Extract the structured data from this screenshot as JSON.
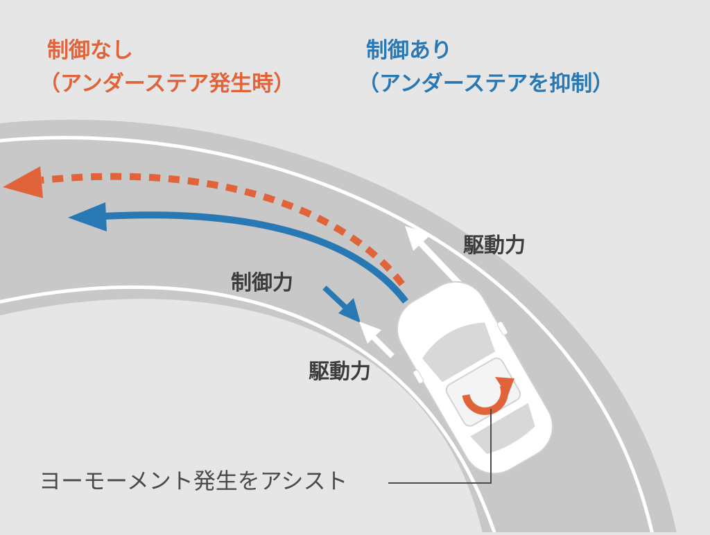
{
  "labels": {
    "no_control_title": "制御なし",
    "no_control_sub": "（アンダーステア発生時）",
    "control_title": "制御あり",
    "control_sub": "（アンダーステアを抑制）",
    "drive_force_right": "駆動力",
    "control_force": "制御力",
    "drive_force_left": "駆動力",
    "yaw_assist": "ヨーモーメント発生をアシスト"
  },
  "colors": {
    "background": "#e6e6e6",
    "road": "#c8c8c8",
    "lane_line": "#ffffff",
    "no_control": "#e0633a",
    "with_control": "#2878b4",
    "text": "#3c3c3c"
  },
  "icons": {
    "vehicle": "car-top-view-icon",
    "yaw": "curved-rotation-arrow-icon"
  }
}
